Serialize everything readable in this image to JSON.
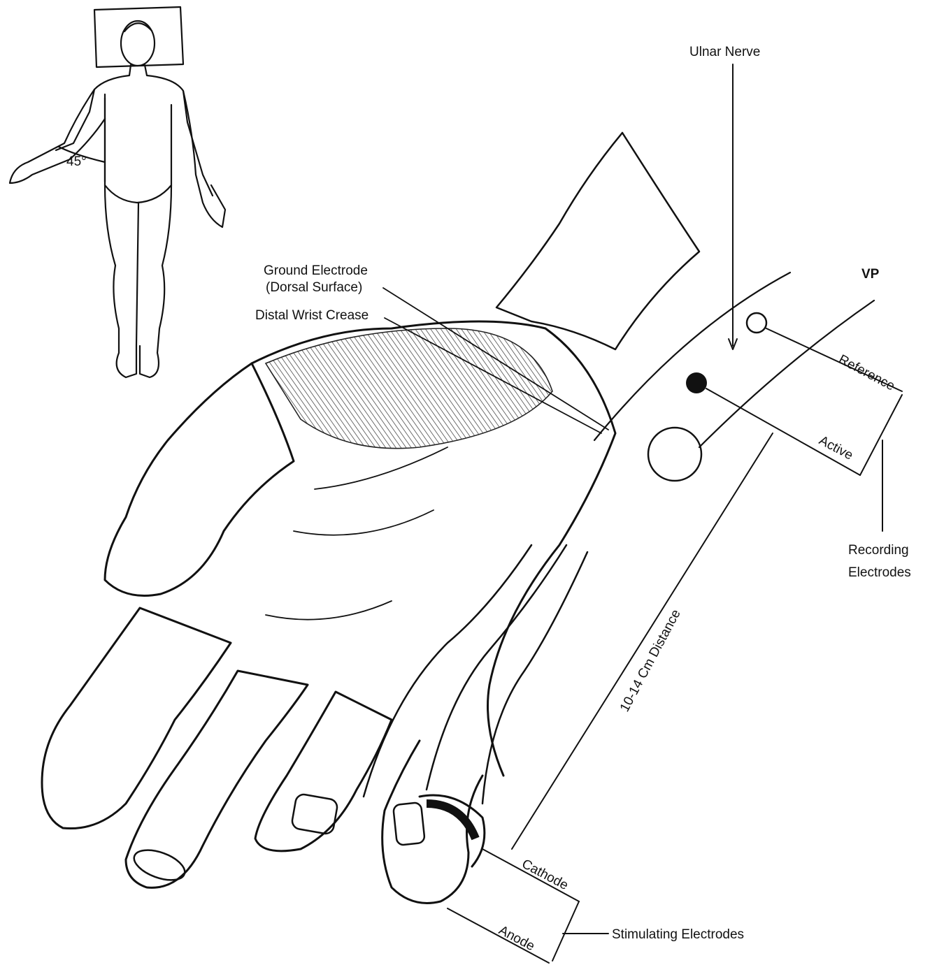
{
  "labels": {
    "ulnar_nerve": "Ulnar Nerve",
    "ground_electrode_line1": "Ground Electrode",
    "ground_electrode_line2": "(Dorsal Surface)",
    "distal_wrist_crease": "Distal Wrist Crease",
    "reference": "Reference",
    "active": "Active",
    "recording_line1": "Recording",
    "recording_line2": "Electrodes",
    "distance": "10-14 Cm Distance",
    "cathode": "Cathode",
    "anode": "Anode",
    "stimulating_electrodes": "Stimulating Electrodes",
    "angle": "45°",
    "monogram": "VP"
  },
  "colors": {
    "ink": "#111111",
    "background": "#ffffff"
  },
  "icons": [
    "human-body-figure",
    "hand-illustration",
    "ring-electrode",
    "disc-electrode",
    "grid-ground-electrode"
  ]
}
